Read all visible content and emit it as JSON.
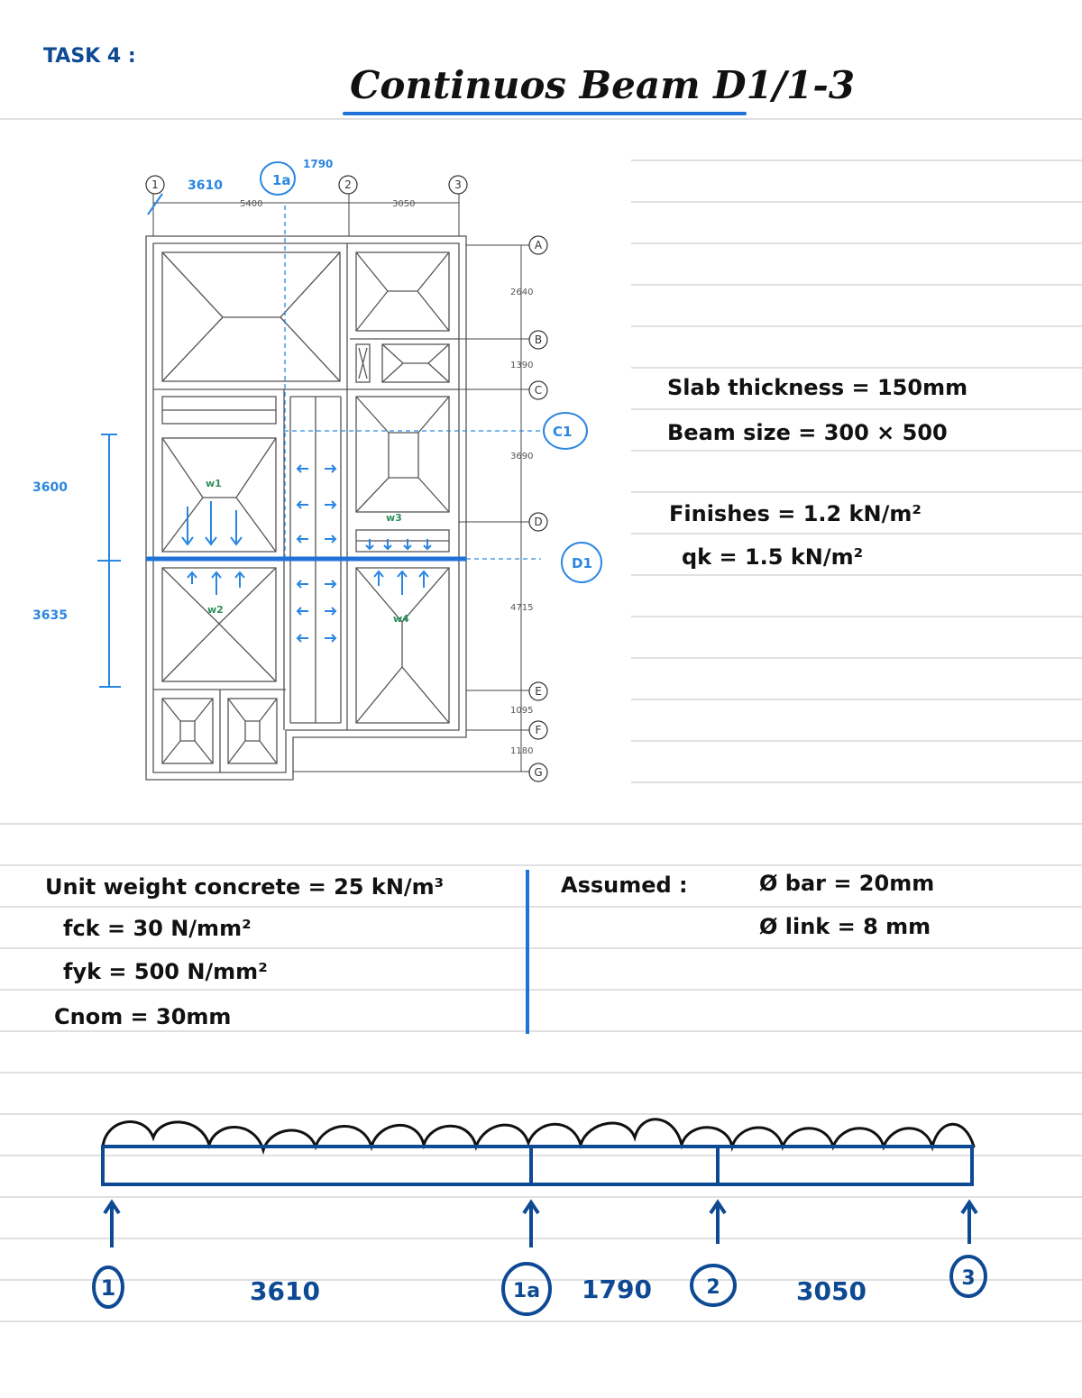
{
  "header": {
    "task_label": "TASK 4 :",
    "title": "Continuos Beam D1/1-3"
  },
  "plan": {
    "grid_cols": [
      "1",
      "1a",
      "2",
      "3"
    ],
    "grid_rows": [
      "A",
      "B",
      "C",
      "C1",
      "D",
      "D1",
      "E",
      "F",
      "G"
    ],
    "dims_top": {
      "d_1_2": "5400",
      "d_2_3": "3050",
      "d_1_1a": "3610",
      "d_1a_2": "1790"
    },
    "dims_right": {
      "d_ab": "2640",
      "d_bc": "1390",
      "d_cd": "3690",
      "d_de": "4715",
      "d_ef": "1095",
      "d_fg": "1180"
    },
    "dims_left": {
      "upper": "3600",
      "lower": "3635"
    },
    "load_labels": {
      "w1": "w1",
      "w2": "w2",
      "w3": "w3",
      "w4": "w4"
    }
  },
  "properties": {
    "slab": "Slab thickness = 150mm",
    "beam": "Beam size = 300 × 500",
    "finishes": "Finishes = 1.2 kN/m²",
    "qk": "qk = 1.5 kN/m²"
  },
  "materials": {
    "unit_weight": "Unit weight concrete = 25 kN/m³",
    "fck": "fck = 30 N/mm²",
    "fyk": "fyk = 500 N/mm²",
    "cnom": "Cnom = 30mm"
  },
  "assumed": {
    "label": "Assumed :",
    "bar": "Ø bar = 20mm",
    "link": "Ø link = 8 mm"
  },
  "beam_sketch": {
    "supports": [
      "1",
      "1a",
      "2",
      "3"
    ],
    "spans": [
      "3610",
      "1790",
      "3050"
    ]
  },
  "colors": {
    "dark_blue": "#0e4a94",
    "light_blue": "#2a86e0",
    "line_grey": "#d3d3d3"
  }
}
